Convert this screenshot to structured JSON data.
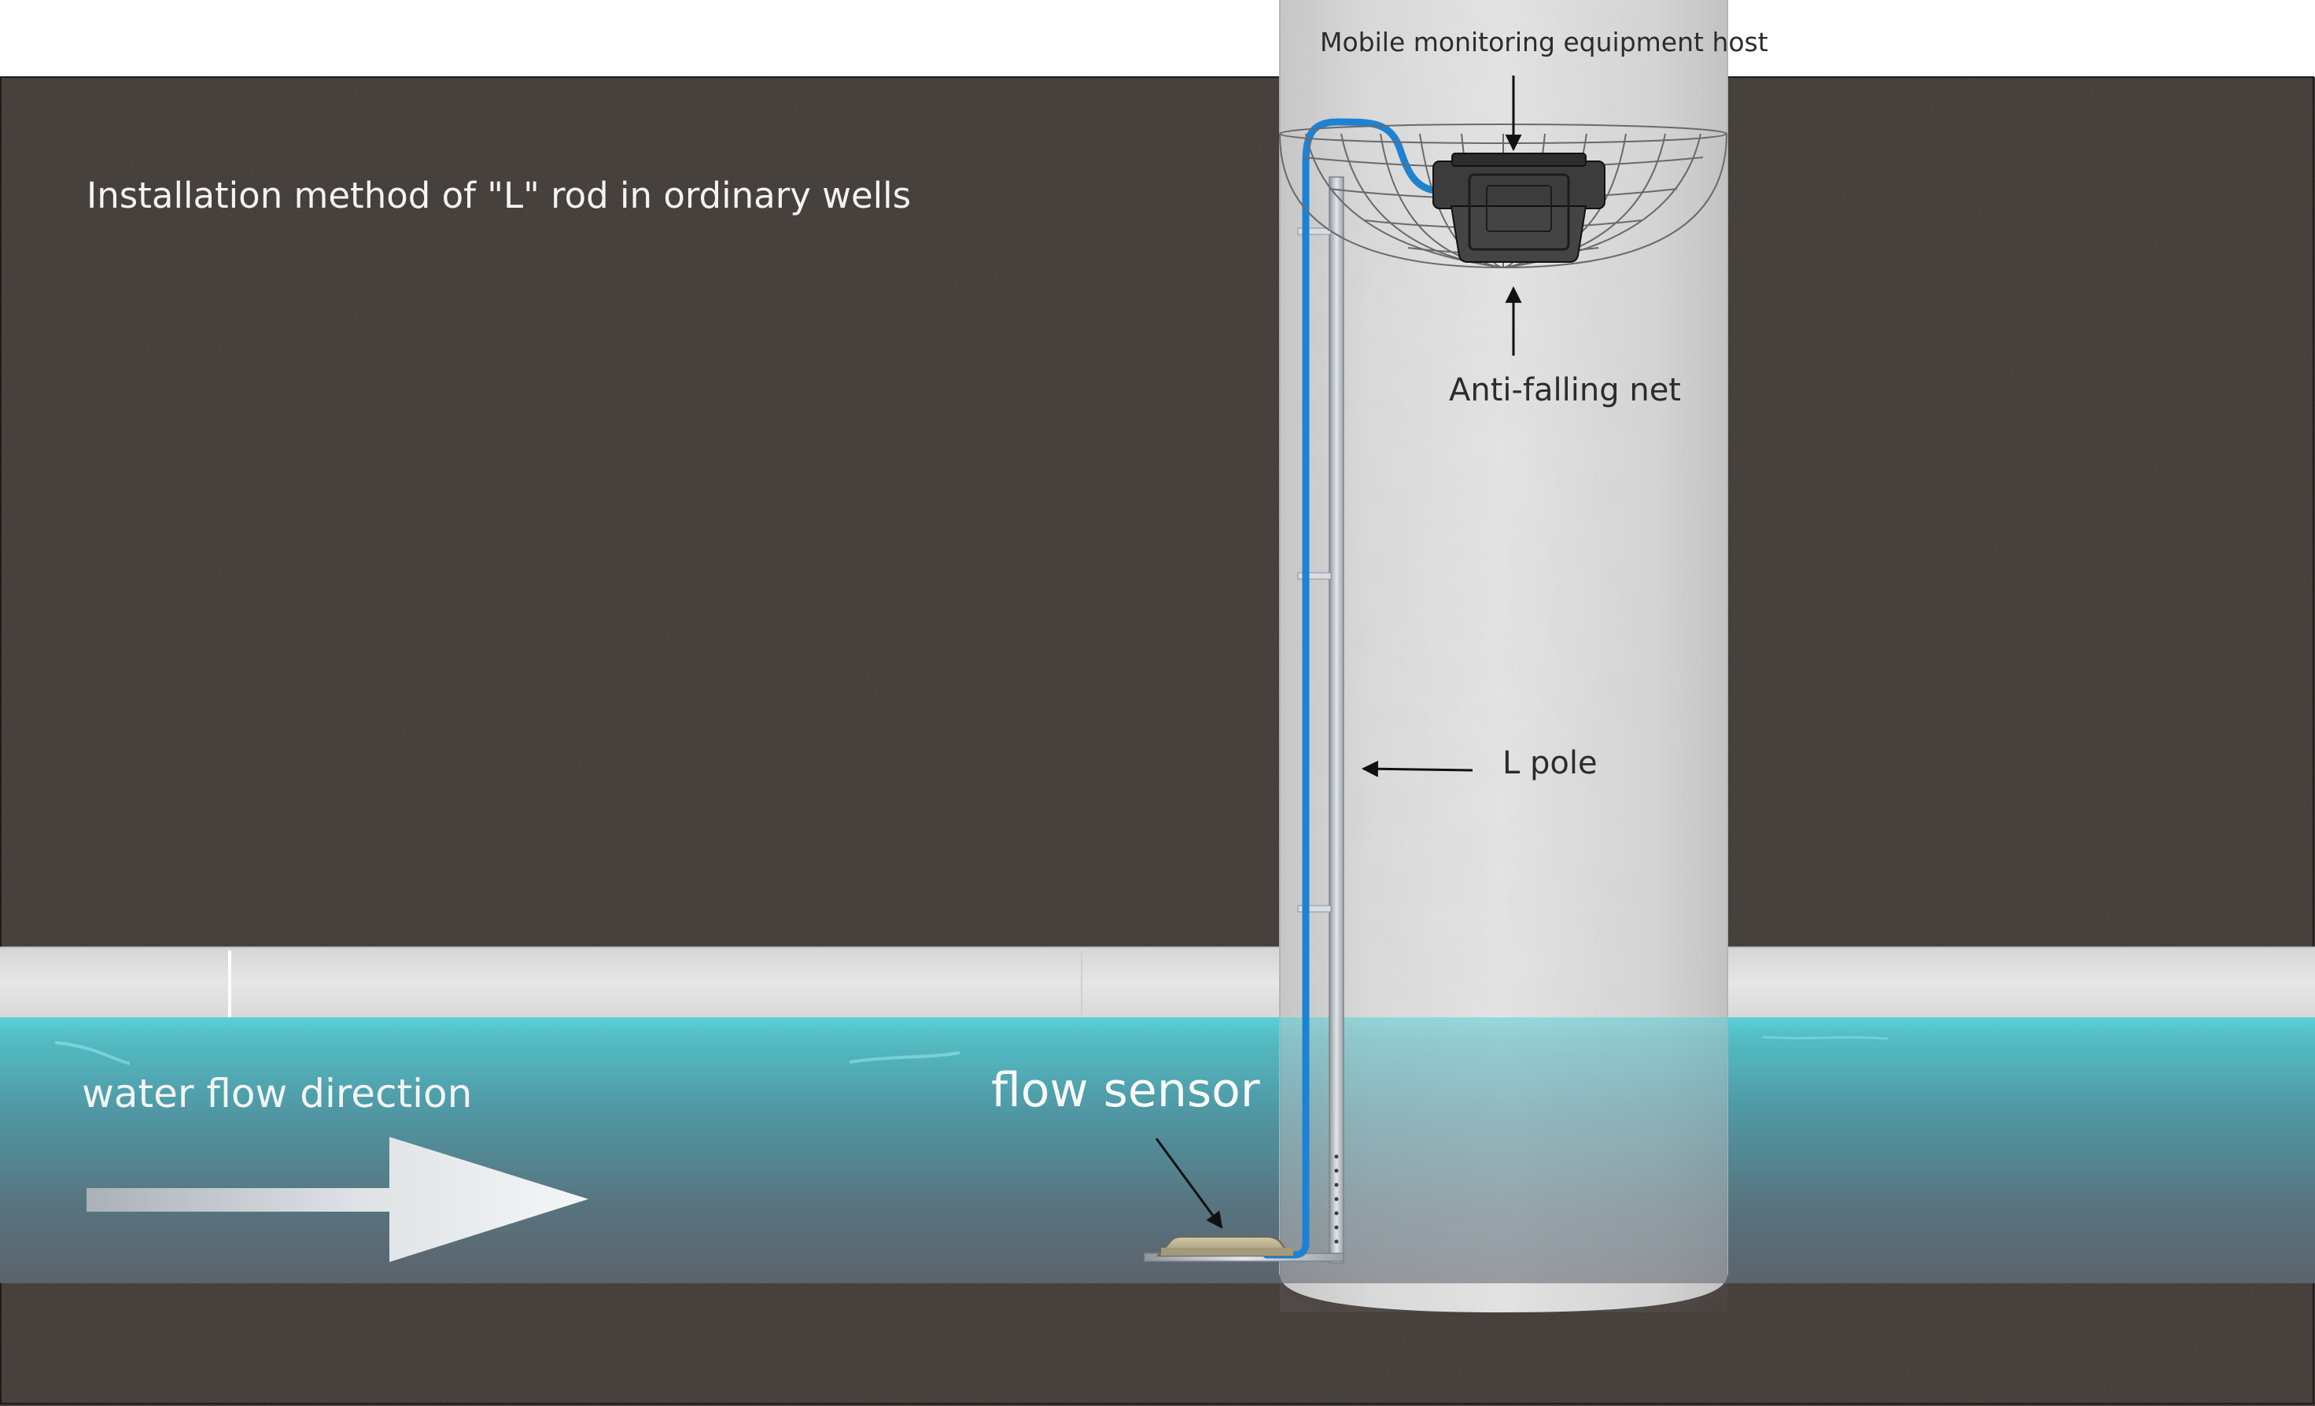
{
  "diagram": {
    "title": "Installation method of \"L\" rod in ordinary wells",
    "labels": {
      "host": "Mobile monitoring equipment host",
      "net": "Anti-falling net",
      "pole": "L pole",
      "flow_direction": "water flow direction",
      "sensor": "flow sensor"
    }
  },
  "colors": {
    "soil": "#3a3431",
    "water_top": "#56c8cf",
    "water_bottom": "#5c626c",
    "well_concrete": "#d6d6d6",
    "pipe_concrete": "#dedede",
    "cable": "#1e82d2",
    "pole": "#b9bfc6",
    "host_box": "#3c3c3c",
    "sensor": "#b7ad8e",
    "arrow": "#111111"
  },
  "icons": {
    "host": "monitoring-host-icon",
    "net": "anti-falling-net-icon",
    "sensor": "flow-sensor-icon"
  }
}
